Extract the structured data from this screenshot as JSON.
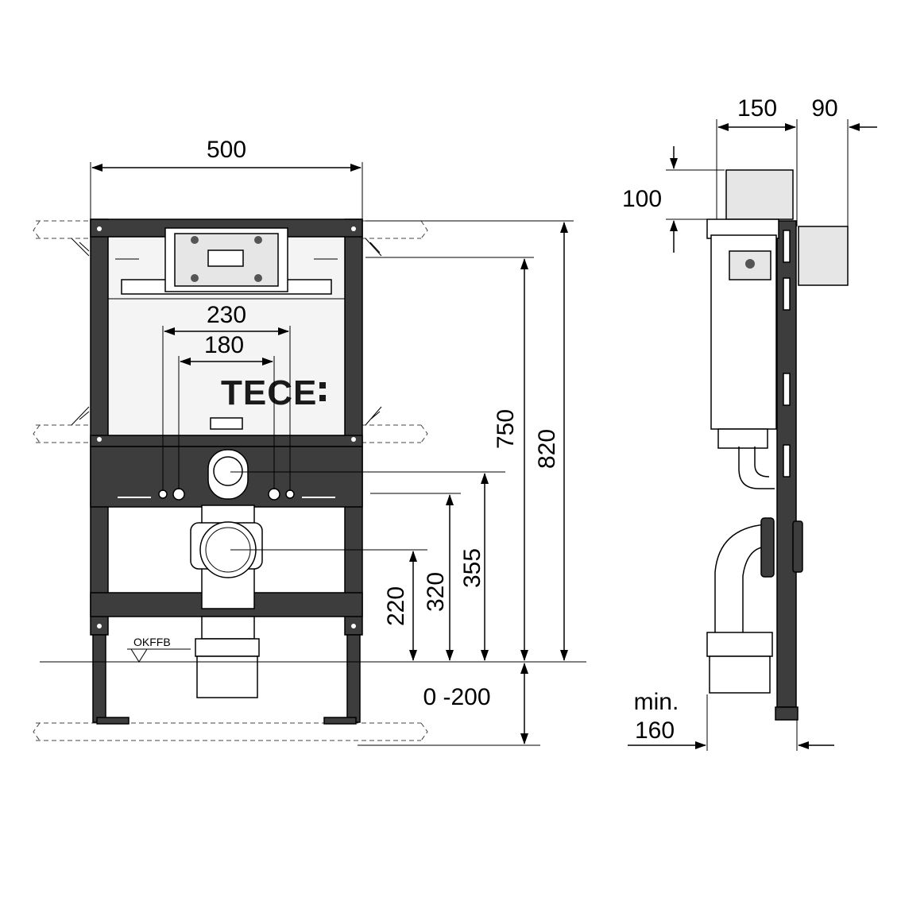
{
  "dimensions": {
    "frame_width": "500",
    "fixing_230": "230",
    "fixing_180": "180",
    "height_750": "750",
    "height_820": "820",
    "height_355": "355",
    "height_320": "320",
    "height_220": "220",
    "floor_range": "0 -200",
    "depth_150": "150",
    "depth_90": "90",
    "cistern_100": "100",
    "min_label": "min.",
    "min_value": "160"
  },
  "labels": {
    "brand": "TECE",
    "floor_level": "OKFFB"
  },
  "colors": {
    "frame": "#3d3d3d",
    "line": "#000000",
    "panel": "#f4f4f4"
  }
}
